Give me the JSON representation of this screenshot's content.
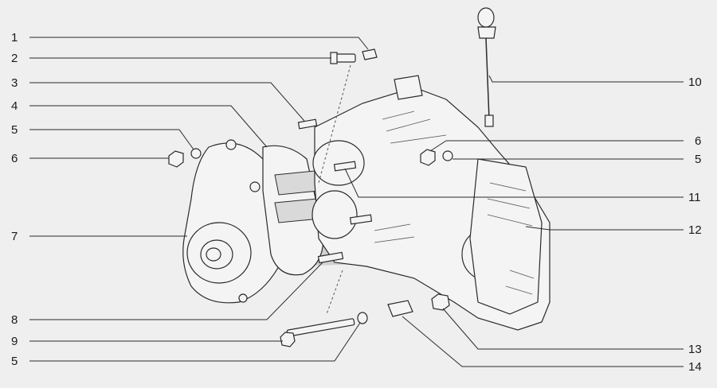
{
  "callouts": {
    "left": [
      "1",
      "2",
      "3",
      "4",
      "5",
      "6",
      "7",
      "8",
      "9",
      "5"
    ],
    "right": [
      "10",
      "6",
      "5",
      "11",
      "12",
      "13",
      "14"
    ]
  }
}
